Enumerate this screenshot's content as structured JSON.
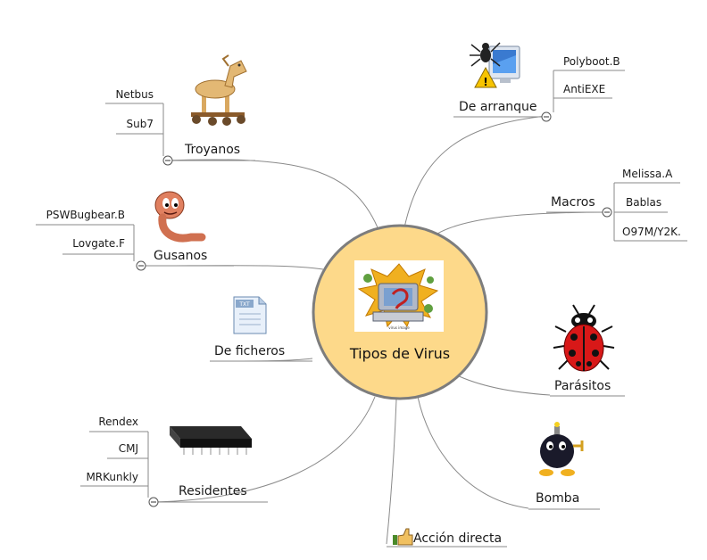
{
  "center": {
    "label": "Tipos de Virus",
    "caption": "virus image"
  },
  "branches": {
    "troyanos": {
      "label": "Troyanos",
      "children": [
        "Netbus",
        "Sub7"
      ]
    },
    "gusanos": {
      "label": "Gusanos",
      "children": [
        "PSWBugbear.B",
        "Lovgate.F"
      ]
    },
    "ficheros": {
      "label": "De ficheros",
      "children": []
    },
    "residentes": {
      "label": "Residentes",
      "children": [
        "Rendex",
        "CMJ",
        "MRKunkly"
      ]
    },
    "arranque": {
      "label": "De arranque",
      "children": [
        "Polyboot.B",
        "AntiEXE"
      ]
    },
    "macros": {
      "label": "Macros",
      "children": [
        "Melissa.A",
        "Bablas",
        "O97M/Y2K."
      ]
    },
    "parasitos": {
      "label": "Parásitos",
      "children": []
    },
    "bomba": {
      "label": "Bomba",
      "children": []
    },
    "accion": {
      "label": "Acción directa",
      "children": []
    }
  },
  "colors": {
    "center_fill": "#fdd98a",
    "center_stroke": "#7d7d7d",
    "line": "#8a8a8a"
  },
  "icons": {
    "troyanos": "trojan-horse-icon",
    "gusanos": "worm-icon",
    "ficheros": "txt-file-icon",
    "residentes": "memory-chip-icon",
    "arranque": "spider-monitor-warning-icon",
    "parasitos": "ladybug-icon",
    "bomba": "bomb-icon",
    "accion": "thumbs-up-icon"
  }
}
